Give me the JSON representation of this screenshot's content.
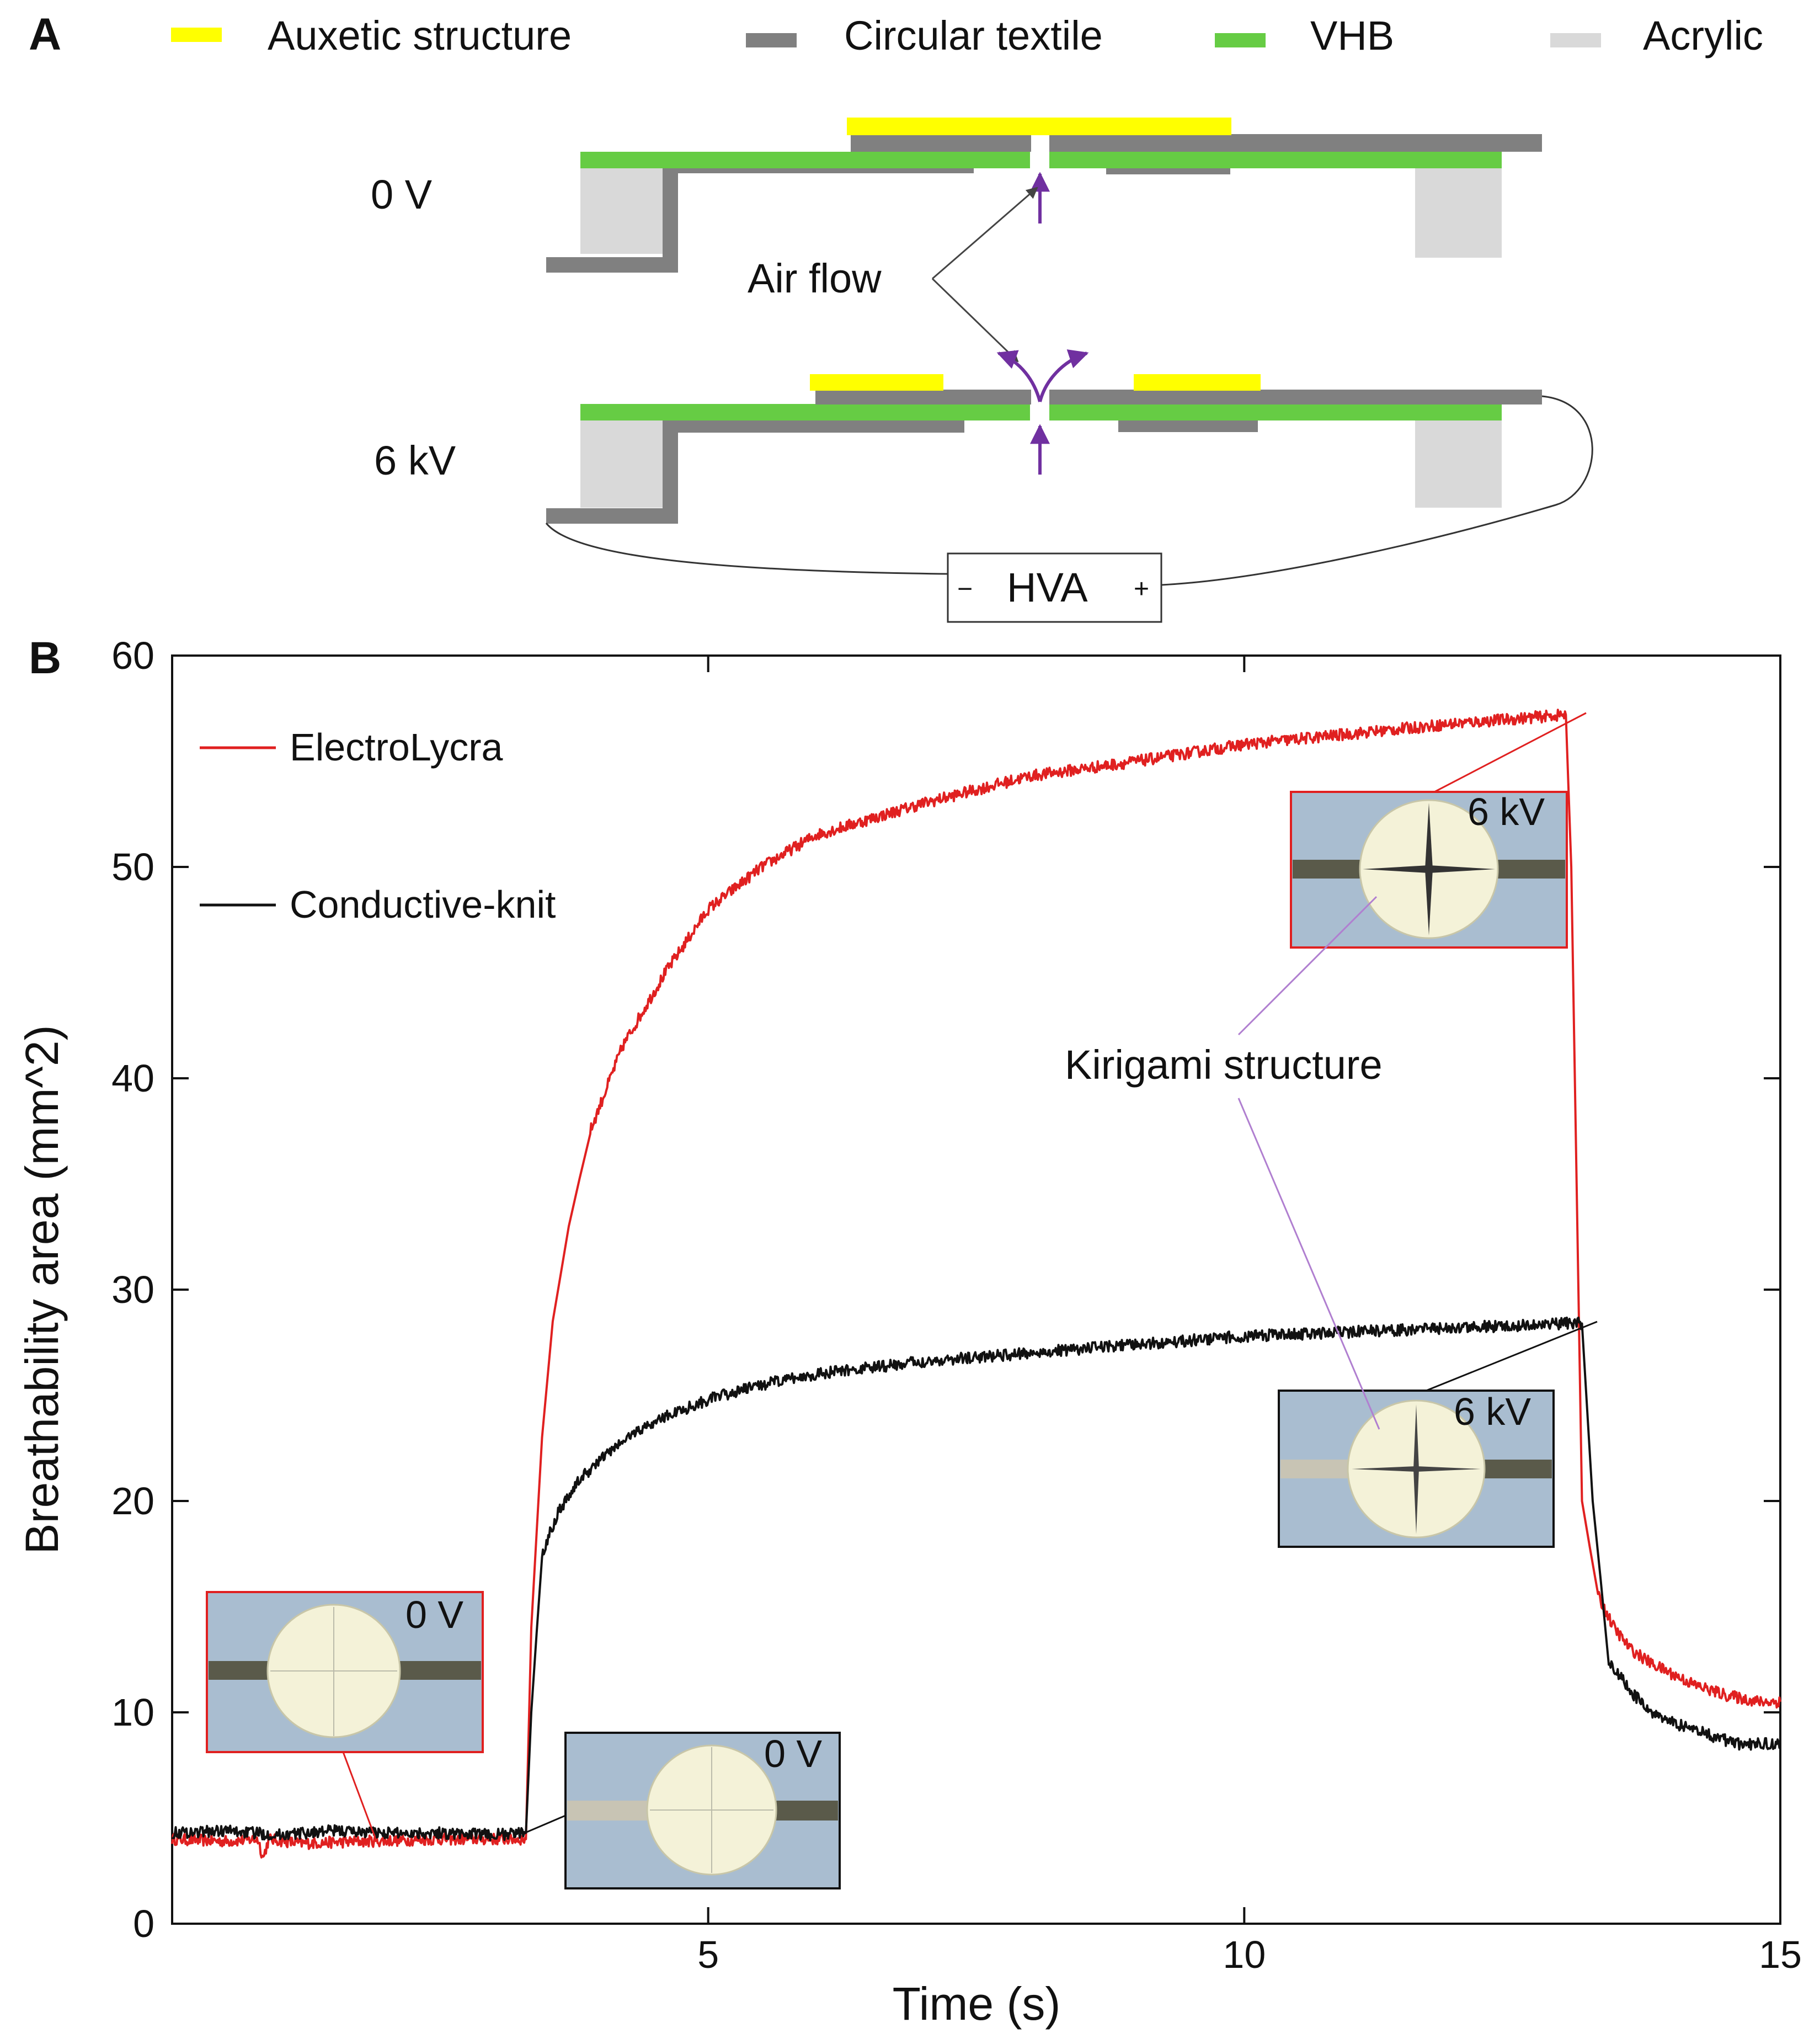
{
  "panel_a": {
    "letter": "A",
    "legend": [
      {
        "label": "Auxetic structure",
        "color": "#ffff00"
      },
      {
        "label": "Circular textile",
        "color": "#808080"
      },
      {
        "label": "VHB",
        "color": "#66cc44"
      },
      {
        "label": "Acrylic",
        "color": "#d9d9d9"
      }
    ],
    "state_off_label": "0 V",
    "state_on_label": "6 kV",
    "airflow_label": "Air flow",
    "hva_label": "HVA",
    "hva_minus": "−",
    "hva_plus": "+",
    "arrow_color": "#7030a0"
  },
  "panel_b": {
    "letter": "B",
    "inset_callout": "Kirigami structure",
    "inset_labels": [
      "0 V",
      "0 V",
      "6 kV",
      "6 kV"
    ],
    "inset_frame_colors": {
      "electrolycra": "#e02020",
      "conductive_knit": "#111111"
    }
  },
  "chart_data": {
    "type": "line",
    "xlabel": "Time (s)",
    "ylabel": "Breathability area (mm^2)",
    "xlim": [
      0,
      15
    ],
    "ylim": [
      0,
      60
    ],
    "xticks": [
      5,
      10,
      15
    ],
    "yticks": [
      0,
      10,
      20,
      30,
      40,
      50,
      60
    ],
    "legend_position": "top-left",
    "grid": false,
    "series": [
      {
        "name": "ElectroLycra",
        "color": "#e02020",
        "x": [
          0,
          0.5,
          0.8,
          0.85,
          0.9,
          1.2,
          1.8,
          2.5,
          3.3,
          3.35,
          3.45,
          3.55,
          3.7,
          3.9,
          4.2,
          4.6,
          5.0,
          5.5,
          6.0,
          7.0,
          8.0,
          9.0,
          10.0,
          11.0,
          12.0,
          13.0,
          13.05,
          13.15,
          13.3,
          13.45,
          13.6,
          13.8,
          14.0,
          14.2,
          14.5,
          14.8,
          15.0
        ],
        "y": [
          4.0,
          3.9,
          4.0,
          3.1,
          4.0,
          3.8,
          3.9,
          4.0,
          4.0,
          14.0,
          23.0,
          28.5,
          33.0,
          37.5,
          41.5,
          45.0,
          48.0,
          50.0,
          51.5,
          53.0,
          54.3,
          55.0,
          55.8,
          56.3,
          56.8,
          57.2,
          50.0,
          20.0,
          15.5,
          14.0,
          13.0,
          12.3,
          11.8,
          11.3,
          10.8,
          10.5,
          10.5
        ]
      },
      {
        "name": "Conductive-knit",
        "color": "#111111",
        "x": [
          0,
          0.5,
          1.0,
          1.5,
          2.0,
          2.5,
          3.0,
          3.3,
          3.35,
          3.45,
          3.6,
          3.8,
          4.0,
          4.3,
          4.6,
          5.0,
          5.5,
          6.0,
          7.0,
          8.0,
          9.0,
          10.0,
          11.0,
          12.0,
          13.0,
          13.15,
          13.25,
          13.4,
          13.6,
          13.8,
          14.0,
          14.3,
          14.6,
          15.0
        ],
        "y": [
          4.3,
          4.4,
          4.2,
          4.4,
          4.3,
          4.3,
          4.2,
          4.3,
          10.0,
          17.5,
          19.5,
          21.0,
          22.0,
          23.2,
          24.0,
          24.8,
          25.5,
          26.0,
          26.6,
          27.0,
          27.4,
          27.8,
          28.0,
          28.2,
          28.4,
          28.4,
          20.0,
          12.5,
          11.0,
          10.0,
          9.5,
          9.0,
          8.5,
          8.5
        ]
      }
    ]
  }
}
